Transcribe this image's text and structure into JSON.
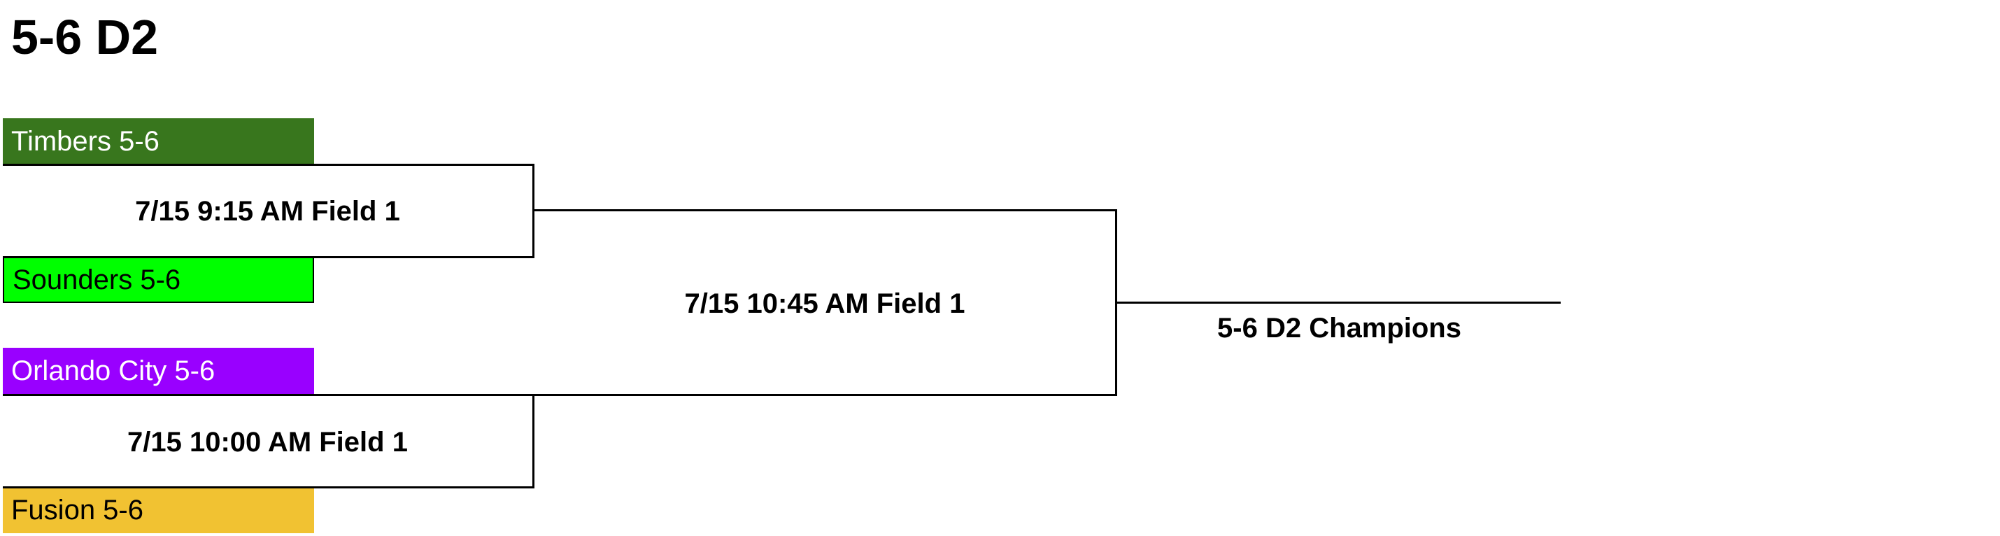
{
  "page": {
    "title": "5-6 D2"
  },
  "bracket": {
    "teams": [
      {
        "name": "Timbers 5-6",
        "bg_color": "#38761d",
        "text_color": "#ffffff"
      },
      {
        "name": "Sounders 5-6",
        "bg_color": "#00ff00",
        "text_color": "#000000"
      },
      {
        "name": "Orlando City 5-6",
        "bg_color": "#9900ff",
        "text_color": "#ffffff"
      },
      {
        "name": "Fusion 5-6",
        "bg_color": "#f1c232",
        "text_color": "#000000"
      }
    ],
    "games": [
      {
        "label": "7/15 9:15 AM Field 1"
      },
      {
        "label": "7/15 10:00 AM Field 1"
      },
      {
        "label": "7/15 10:45 AM Field 1"
      }
    ],
    "champion": {
      "label": "5-6 D2 Champions"
    },
    "line_color": "#000000"
  }
}
